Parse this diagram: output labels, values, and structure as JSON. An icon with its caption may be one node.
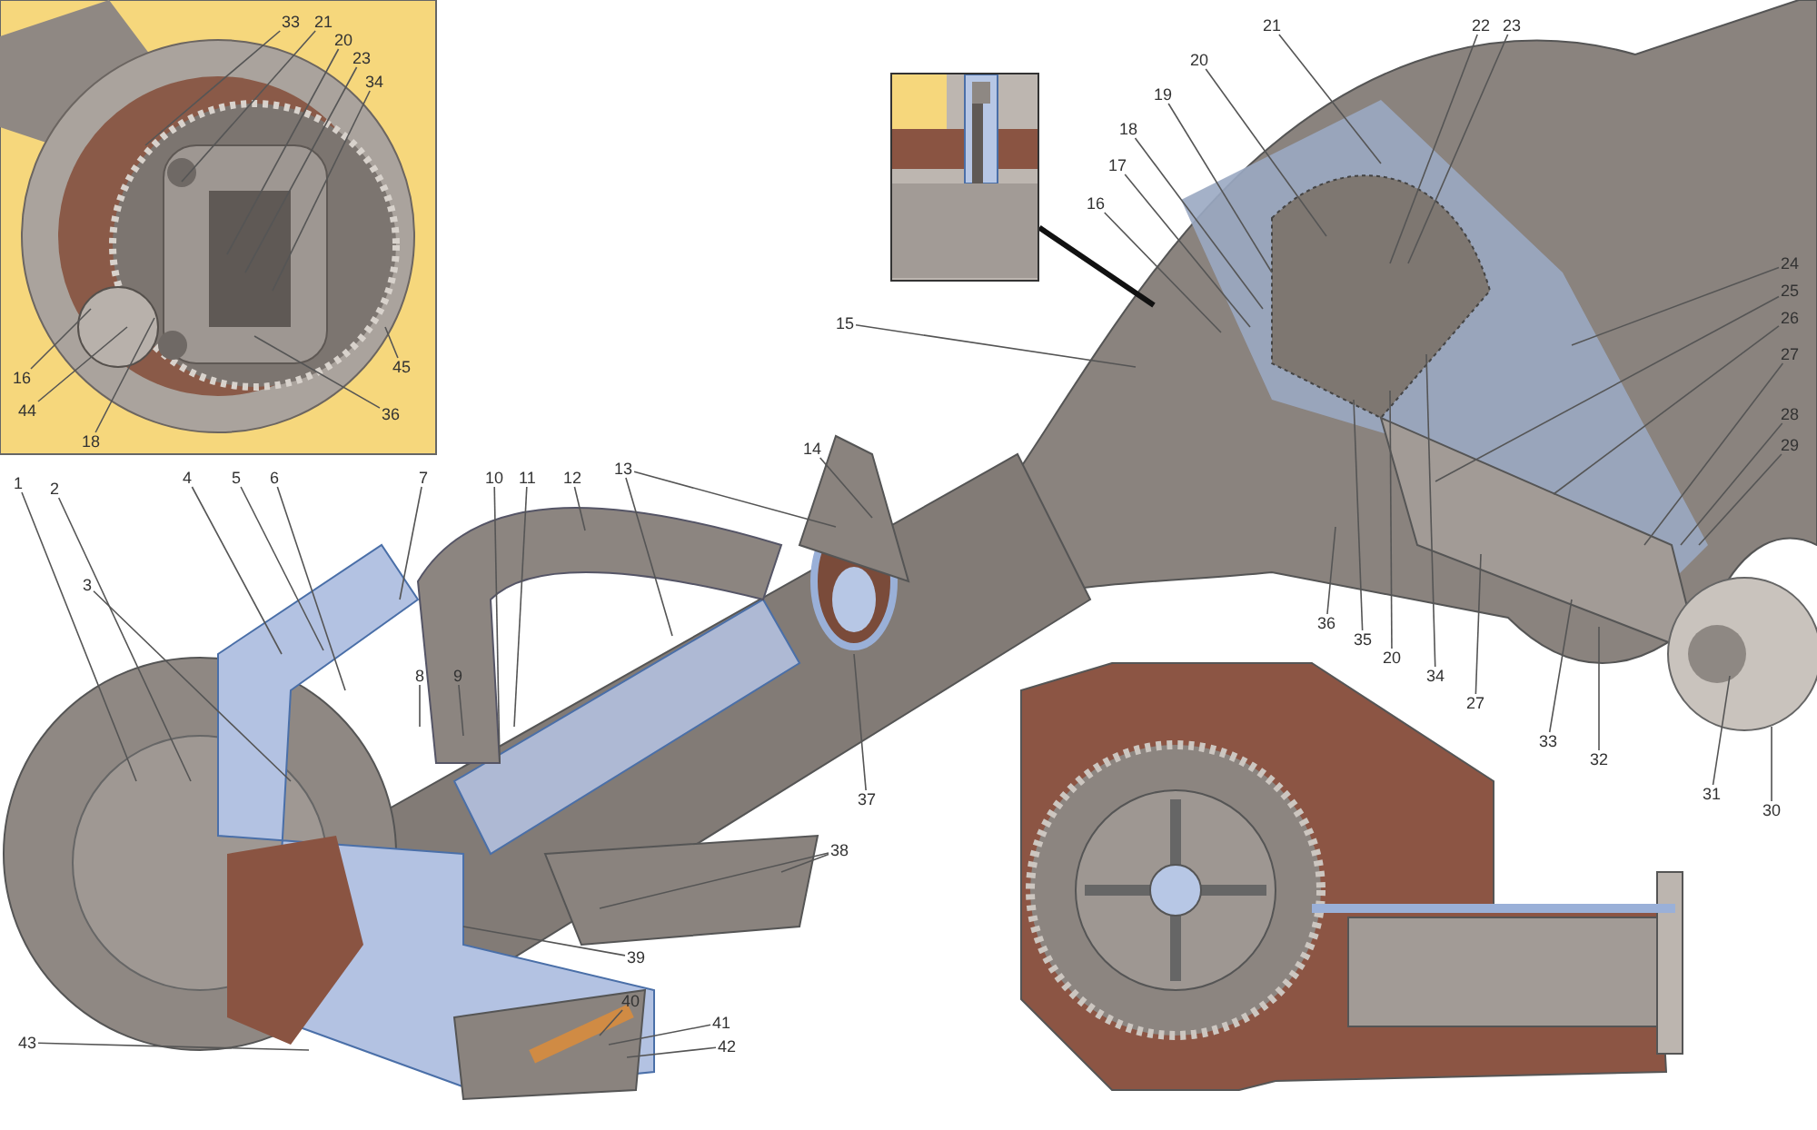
{
  "diagram": {
    "nodes": [
      {
        "text": [
          "33"
        ]
      },
      {
        "text": [
          "21"
        ]
      },
      {
        "text": [
          "20"
        ]
      },
      {
        "text": [
          "23"
        ]
      },
      {
        "text": [
          "34"
        ]
      },
      {
        "text": [
          "45"
        ]
      },
      {
        "text": [
          "16"
        ]
      },
      {
        "text": [
          "44"
        ]
      },
      {
        "text": [
          "18"
        ]
      },
      {
        "text": [
          "36"
        ]
      },
      {
        "text": [],
        "shape": "picture"
      },
      {
        "text": [
          "21"
        ]
      },
      {
        "text": [
          "22"
        ]
      },
      {
        "text": [
          "23"
        ]
      },
      {
        "text": [
          "20"
        ]
      },
      {
        "text": [
          "19"
        ]
      },
      {
        "text": [
          "18"
        ]
      },
      {
        "text": [
          "17"
        ]
      },
      {
        "text": [
          "16"
        ]
      },
      {
        "text": [
          "15"
        ]
      },
      {
        "text": [
          "24"
        ]
      },
      {
        "text": [
          "25"
        ]
      },
      {
        "text": [
          "26"
        ]
      },
      {
        "text": [
          "27"
        ]
      },
      {
        "text": [
          "28"
        ]
      },
      {
        "text": [
          "29"
        ]
      },
      {
        "text": [
          "4"
        ]
      },
      {
        "text": [
          "5"
        ]
      },
      {
        "text": [
          "6"
        ]
      },
      {
        "text": [
          "7"
        ]
      },
      {
        "text": [
          "10"
        ]
      },
      {
        "text": [
          "11"
        ]
      },
      {
        "text": [
          "12"
        ]
      },
      {
        "text": [
          "13"
        ]
      },
      {
        "text": [
          "14"
        ]
      },
      {
        "text": [
          "1"
        ]
      },
      {
        "text": [
          "2"
        ]
      },
      {
        "text": [
          "3"
        ]
      },
      {
        "text": [
          "8"
        ]
      },
      {
        "text": [
          "9"
        ]
      },
      {
        "text": [
          "36"
        ]
      },
      {
        "text": [
          "35"
        ]
      },
      {
        "text": [
          "20"
        ]
      },
      {
        "text": [
          "34"
        ]
      },
      {
        "text": [
          "27"
        ]
      },
      {
        "text": [
          "33"
        ]
      },
      {
        "text": [
          "32"
        ]
      },
      {
        "text": [
          "31"
        ]
      },
      {
        "text": [
          "30"
        ]
      },
      {
        "text": [
          "37"
        ]
      },
      {
        "text": [
          "38"
        ]
      },
      {
        "text": [
          "39"
        ]
      },
      {
        "text": [
          "40"
        ]
      },
      {
        "text": [
          "41"
        ]
      },
      {
        "text": [
          "42"
        ]
      },
      {
        "text": [
          "43"
        ]
      }
    ],
    "edges": [
      {
        "from": 0,
        "to": null,
        "arrow": "none"
      },
      {
        "from": 1,
        "to": null,
        "arrow": "none"
      },
      {
        "from": 2,
        "to": null,
        "arrow": "none"
      },
      {
        "from": 3,
        "to": null,
        "arrow": "none"
      },
      {
        "from": 4,
        "to": null,
        "arrow": "none"
      },
      {
        "from": 5,
        "to": null,
        "arrow": "none"
      },
      {
        "from": 6,
        "to": null,
        "arrow": "none"
      },
      {
        "from": 7,
        "to": null,
        "arrow": "none"
      },
      {
        "from": 8,
        "to": null,
        "arrow": "none"
      },
      {
        "from": 9,
        "to": null,
        "arrow": "none"
      },
      {
        "from": 10,
        "to": null,
        "arrow": "none",
        "style": "thick"
      },
      {
        "from": 11,
        "to": null,
        "arrow": "none"
      },
      {
        "from": 12,
        "to": null,
        "arrow": "none"
      },
      {
        "from": 13,
        "to": null,
        "arrow": "none"
      },
      {
        "from": 14,
        "to": null,
        "arrow": "none"
      },
      {
        "from": 15,
        "to": null,
        "arrow": "none"
      },
      {
        "from": 16,
        "to": null,
        "arrow": "none"
      },
      {
        "from": 17,
        "to": null,
        "arrow": "none"
      },
      {
        "from": 18,
        "to": null,
        "arrow": "none"
      },
      {
        "from": 19,
        "to": null,
        "arrow": "none"
      },
      {
        "from": 20,
        "to": null,
        "arrow": "none"
      },
      {
        "from": 21,
        "to": null,
        "arrow": "none"
      },
      {
        "from": 22,
        "to": null,
        "arrow": "none"
      },
      {
        "from": 23,
        "to": null,
        "arrow": "none"
      },
      {
        "from": 24,
        "to": null,
        "arrow": "none"
      },
      {
        "from": 25,
        "to": null,
        "arrow": "none"
      },
      {
        "from": 26,
        "to": null,
        "arrow": "none"
      },
      {
        "from": 27,
        "to": null,
        "arrow": "none"
      },
      {
        "from": 28,
        "to": null,
        "arrow": "none"
      },
      {
        "from": 29,
        "to": null,
        "arrow": "none"
      },
      {
        "from": 30,
        "to": null,
        "arrow": "none"
      },
      {
        "from": 31,
        "to": null,
        "arrow": "none"
      },
      {
        "from": 32,
        "to": null,
        "arrow": "none"
      },
      {
        "from": 33,
        "to": null,
        "arrow": "none"
      },
      {
        "from": 33,
        "to": null,
        "arrow": "none"
      },
      {
        "from": 34,
        "to": null,
        "arrow": "none"
      },
      {
        "from": 35,
        "to": null,
        "arrow": "none"
      },
      {
        "from": 36,
        "to": null,
        "arrow": "none"
      },
      {
        "from": 37,
        "to": null,
        "arrow": "none"
      },
      {
        "from": 38,
        "to": null,
        "arrow": "none"
      },
      {
        "from": 39,
        "to": null,
        "arrow": "none"
      },
      {
        "from": 40,
        "to": null,
        "arrow": "none"
      },
      {
        "from": 41,
        "to": null,
        "arrow": "none"
      },
      {
        "from": 42,
        "to": null,
        "arrow": "none"
      },
      {
        "from": 43,
        "to": null,
        "arrow": "none"
      },
      {
        "from": 44,
        "to": null,
        "arrow": "none"
      },
      {
        "from": 45,
        "to": null,
        "arrow": "none"
      },
      {
        "from": 46,
        "to": null,
        "arrow": "none"
      },
      {
        "from": 47,
        "to": null,
        "arrow": "none"
      },
      {
        "from": 48,
        "to": null,
        "arrow": "none"
      },
      {
        "from": 49,
        "to": null,
        "arrow": "none"
      },
      {
        "from": 50,
        "to": null,
        "arrow": "none"
      },
      {
        "from": 50,
        "to": null,
        "arrow": "none"
      },
      {
        "from": 51,
        "to": null,
        "arrow": "none"
      },
      {
        "from": 52,
        "to": null,
        "arrow": "none"
      },
      {
        "from": 53,
        "to": null,
        "arrow": "none"
      },
      {
        "from": 54,
        "to": null,
        "arrow": "none"
      },
      {
        "from": 55,
        "to": null,
        "arrow": "none"
      }
    ]
  }
}
